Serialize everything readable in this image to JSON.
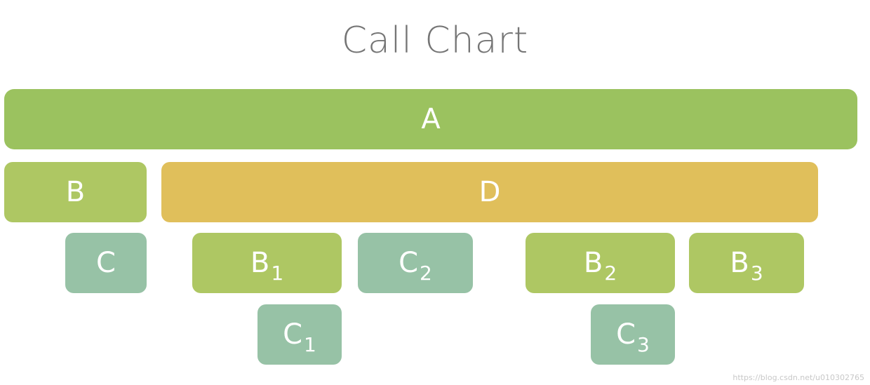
{
  "title": "Call Chart",
  "nodes": {
    "A": {
      "label": "A",
      "sub": ""
    },
    "B": {
      "label": "B",
      "sub": ""
    },
    "D": {
      "label": "D",
      "sub": ""
    },
    "C": {
      "label": "C",
      "sub": ""
    },
    "B1": {
      "label": "B",
      "sub": "1"
    },
    "C2": {
      "label": "C",
      "sub": "2"
    },
    "B2": {
      "label": "B",
      "sub": "2"
    },
    "B3": {
      "label": "B",
      "sub": "3"
    },
    "C1": {
      "label": "C",
      "sub": "1"
    },
    "C3": {
      "label": "C",
      "sub": "3"
    }
  },
  "colors": {
    "A": "#9bc25f",
    "B": "#aec763",
    "D": "#e0bf5b",
    "C": "#97c2a6"
  },
  "watermark": "https://blog.csdn.net/u010302765"
}
